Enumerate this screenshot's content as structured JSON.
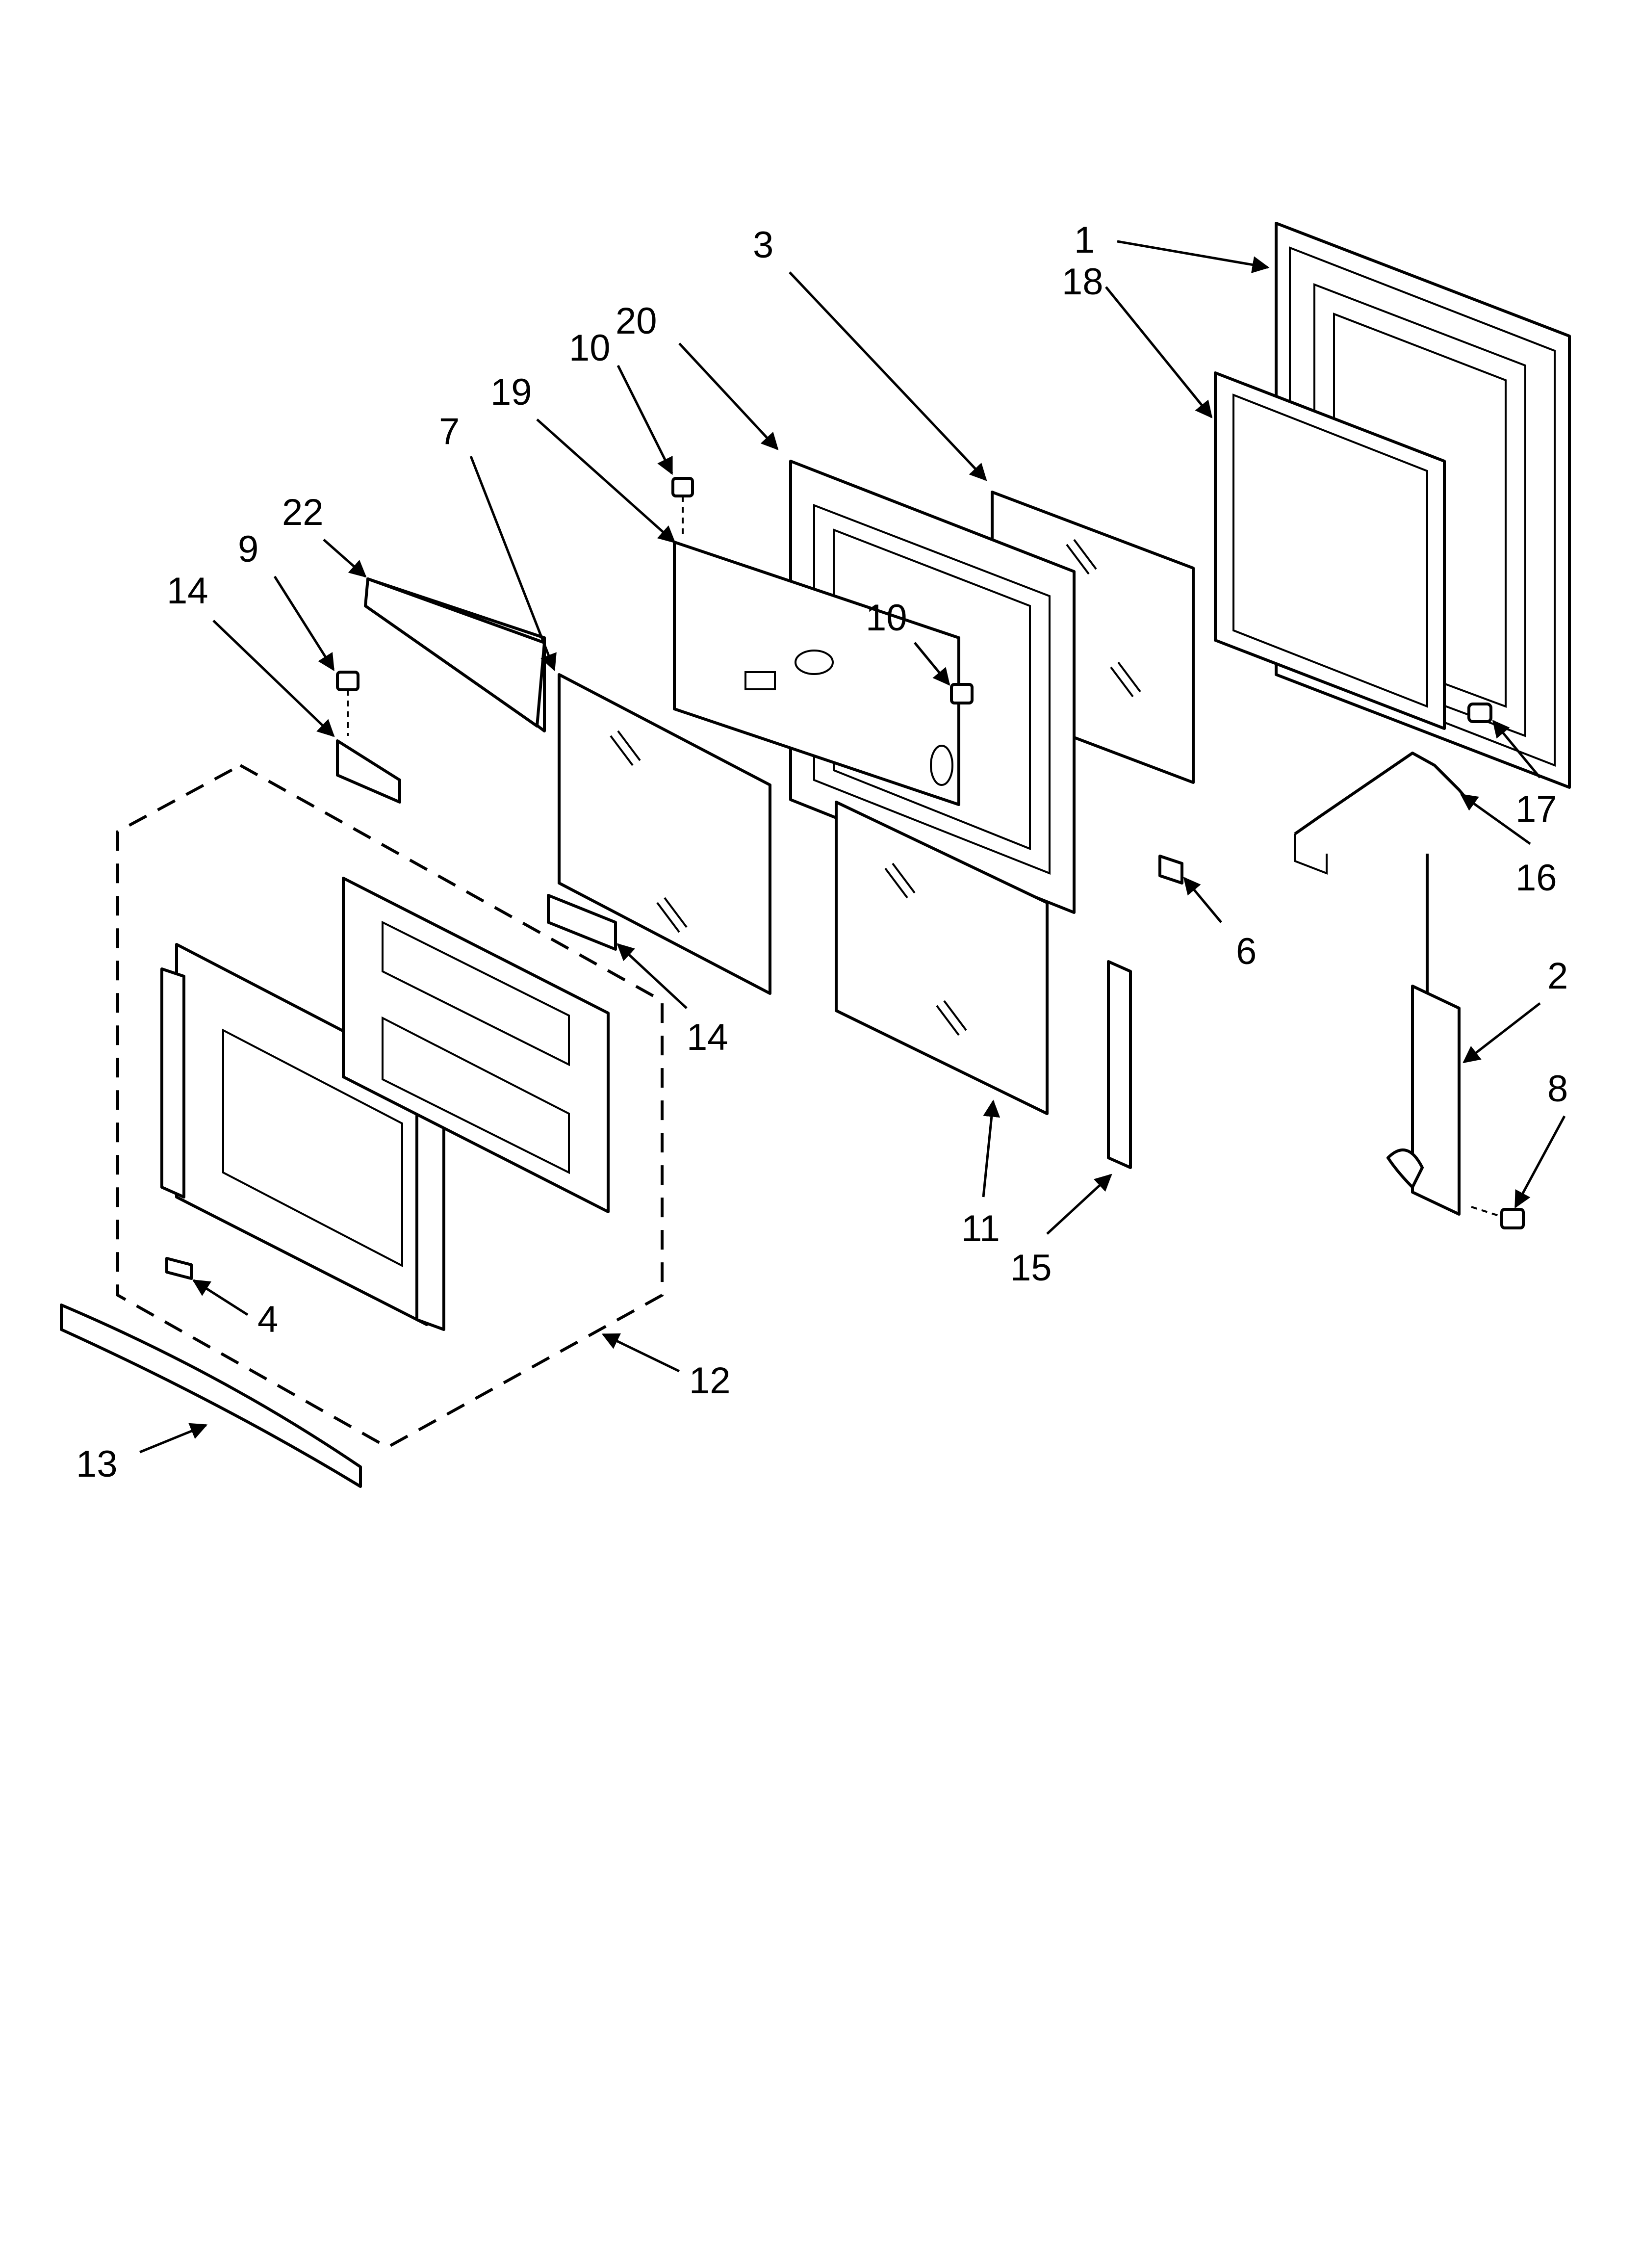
{
  "diagram": {
    "callouts": [
      {
        "id": "c1",
        "text": "1"
      },
      {
        "id": "c18",
        "text": "18"
      },
      {
        "id": "c3",
        "text": "3"
      },
      {
        "id": "c20",
        "text": "20"
      },
      {
        "id": "c10a",
        "text": "10"
      },
      {
        "id": "c19",
        "text": "19"
      },
      {
        "id": "c7",
        "text": "7"
      },
      {
        "id": "c22",
        "text": "22"
      },
      {
        "id": "c9",
        "text": "9"
      },
      {
        "id": "c14a",
        "text": "14"
      },
      {
        "id": "c10b",
        "text": "10"
      },
      {
        "id": "c17",
        "text": "17"
      },
      {
        "id": "c16",
        "text": "16"
      },
      {
        "id": "c6",
        "text": "6"
      },
      {
        "id": "c14b",
        "text": "14"
      },
      {
        "id": "c2",
        "text": "2"
      },
      {
        "id": "c8",
        "text": "8"
      },
      {
        "id": "c11",
        "text": "11"
      },
      {
        "id": "c15",
        "text": "15"
      },
      {
        "id": "c4",
        "text": "4"
      },
      {
        "id": "c12",
        "text": "12"
      },
      {
        "id": "c13",
        "text": "13"
      }
    ]
  }
}
